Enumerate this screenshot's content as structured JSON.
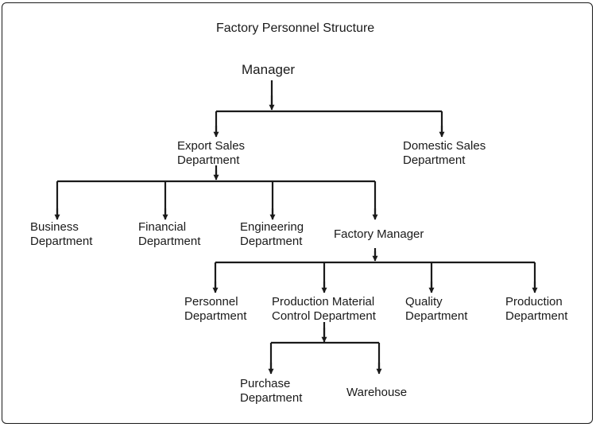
{
  "title": "Factory Personnel Structure",
  "colors": {
    "line": "#1a1a1a",
    "text": "#1a1a1a",
    "background": "#ffffff"
  },
  "nodes": {
    "manager": [
      "Manager"
    ],
    "export_sales": [
      "Export Sales",
      "Department"
    ],
    "domestic_sales": [
      "Domestic Sales",
      "Department"
    ],
    "business": [
      "Business",
      "Department"
    ],
    "financial": [
      "Financial",
      "Department"
    ],
    "engineering": [
      "Engineering",
      "Department"
    ],
    "factory_manager": [
      "Factory Manager"
    ],
    "personnel": [
      "Personnel",
      "Department"
    ],
    "pmc": [
      "Production Material",
      "Control Department"
    ],
    "quality": [
      "Quality",
      "Department"
    ],
    "production": [
      "Production",
      "Department"
    ],
    "purchase": [
      "Purchase",
      "Department"
    ],
    "warehouse": [
      "Warehouse"
    ]
  },
  "edges": [
    [
      "manager",
      "export_sales"
    ],
    [
      "manager",
      "domestic_sales"
    ],
    [
      "export_sales",
      "business"
    ],
    [
      "export_sales",
      "financial"
    ],
    [
      "export_sales",
      "engineering"
    ],
    [
      "export_sales",
      "factory_manager"
    ],
    [
      "factory_manager",
      "personnel"
    ],
    [
      "factory_manager",
      "pmc"
    ],
    [
      "factory_manager",
      "quality"
    ],
    [
      "factory_manager",
      "production"
    ],
    [
      "pmc",
      "purchase"
    ],
    [
      "pmc",
      "warehouse"
    ]
  ]
}
